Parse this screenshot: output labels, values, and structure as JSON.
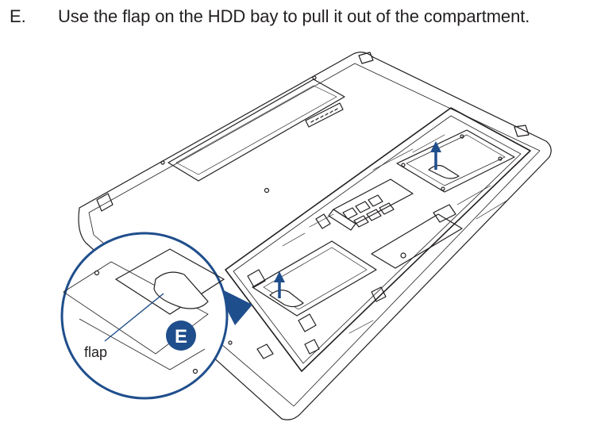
{
  "step": {
    "letter": "E.",
    "instruction": "Use the flap on the HDD bay to pull it out of the compartment."
  },
  "figure": {
    "callout_label": "flap",
    "badge_letter": "E",
    "badge_color": "#1f4e8c",
    "arrow_color": "#1f4e8c",
    "line_color": "#231f20"
  }
}
